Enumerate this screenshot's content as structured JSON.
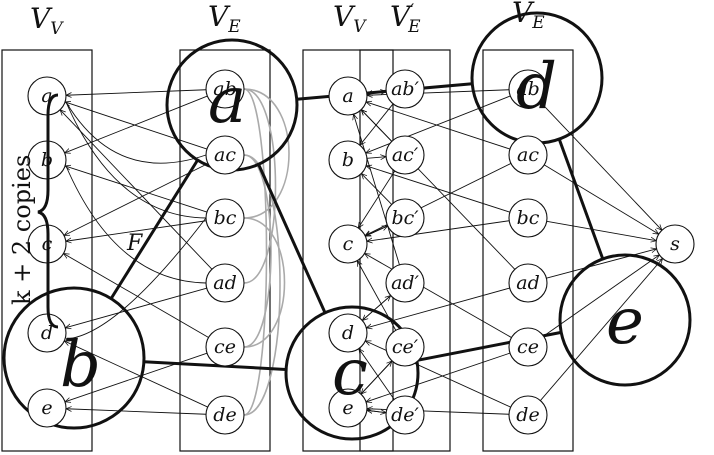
{
  "column_labels": {
    "col1": "V_V",
    "col2": "V_E",
    "col3": "V_V",
    "col4": "V′_E",
    "col5": "V_E"
  },
  "column_label_text": {
    "col1_main": "V",
    "col1_sub": "V",
    "col2_main": "V",
    "col2_sub": "E",
    "col3_main": "V",
    "col3_sub": "V",
    "col4_main": "V",
    "col4_prime": "′",
    "col4_sub": "E",
    "col5_main": "V",
    "col5_sub": "E"
  },
  "nodes": {
    "col1": [
      "a",
      "b",
      "c",
      "d",
      "e"
    ],
    "col2": [
      "ab",
      "ac",
      "bc",
      "ad",
      "ce",
      "de"
    ],
    "col3": [
      "a",
      "b",
      "c",
      "d",
      "e"
    ],
    "col4": [
      "ab′",
      "ac′",
      "bc′",
      "ad′",
      "ce′",
      "de′"
    ],
    "col5": [
      "ab",
      "ac",
      "bc",
      "ad",
      "ce",
      "de"
    ],
    "sink": "s"
  },
  "big_vertices": {
    "a": "a",
    "b": "b",
    "c": "c",
    "d": "d",
    "e": "e"
  },
  "edge_label_F": "F",
  "brace_label": "k + 2 copies"
}
